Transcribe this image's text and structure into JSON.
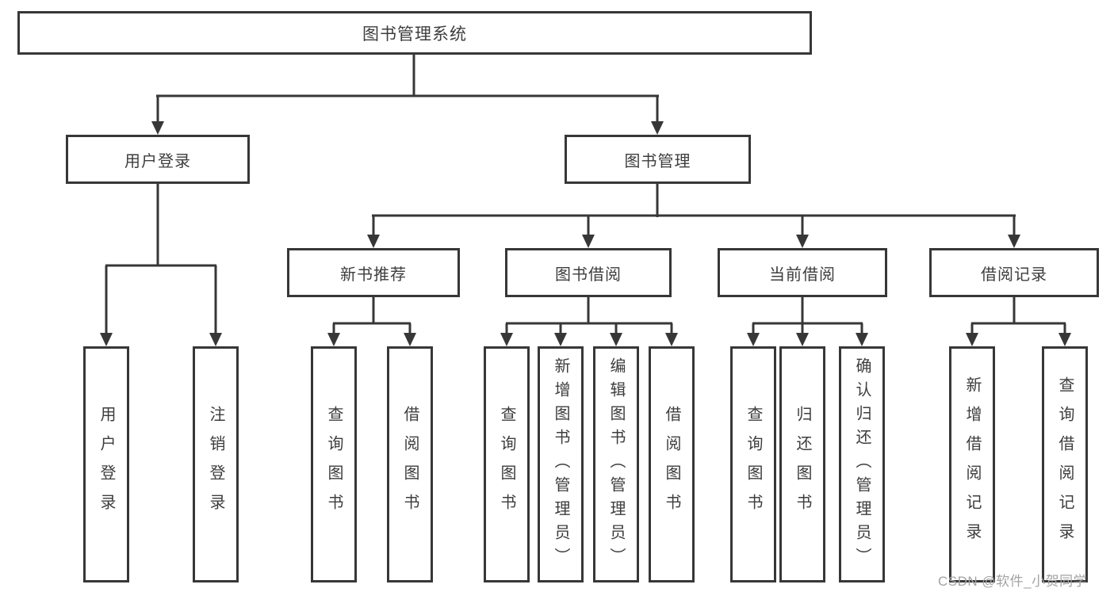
{
  "colors": {
    "line": "#373737",
    "box_border": "#373737",
    "box_fill": "#ffffff",
    "text": "#3d3d3d",
    "watermark": "#a3a3a3",
    "background": "#ffffff"
  },
  "tree": {
    "root": {
      "label": "图书管理系统"
    },
    "branches": [
      {
        "label": "用户登录",
        "leaves": [
          {
            "label": "用户登录"
          },
          {
            "label": "注销登录"
          }
        ]
      },
      {
        "label": "图书管理",
        "sections": [
          {
            "label": "新书推荐",
            "leaves": [
              {
                "label": "查询图书"
              },
              {
                "label": "借阅图书"
              }
            ]
          },
          {
            "label": "图书借阅",
            "leaves": [
              {
                "label": "查询图书"
              },
              {
                "label": "新增图书（管理员）"
              },
              {
                "label": "编辑图书（管理员）"
              },
              {
                "label": "借阅图书"
              }
            ]
          },
          {
            "label": "当前借阅",
            "leaves": [
              {
                "label": "查询图书"
              },
              {
                "label": "归还图书"
              },
              {
                "label": "确认归还（管理员）"
              }
            ]
          },
          {
            "label": "借阅记录",
            "leaves": [
              {
                "label": "新增借阅记录"
              },
              {
                "label": "查询借阅记录"
              }
            ]
          }
        ]
      }
    ]
  },
  "watermark": {
    "text": "CSDN @软件_小贺同学"
  }
}
